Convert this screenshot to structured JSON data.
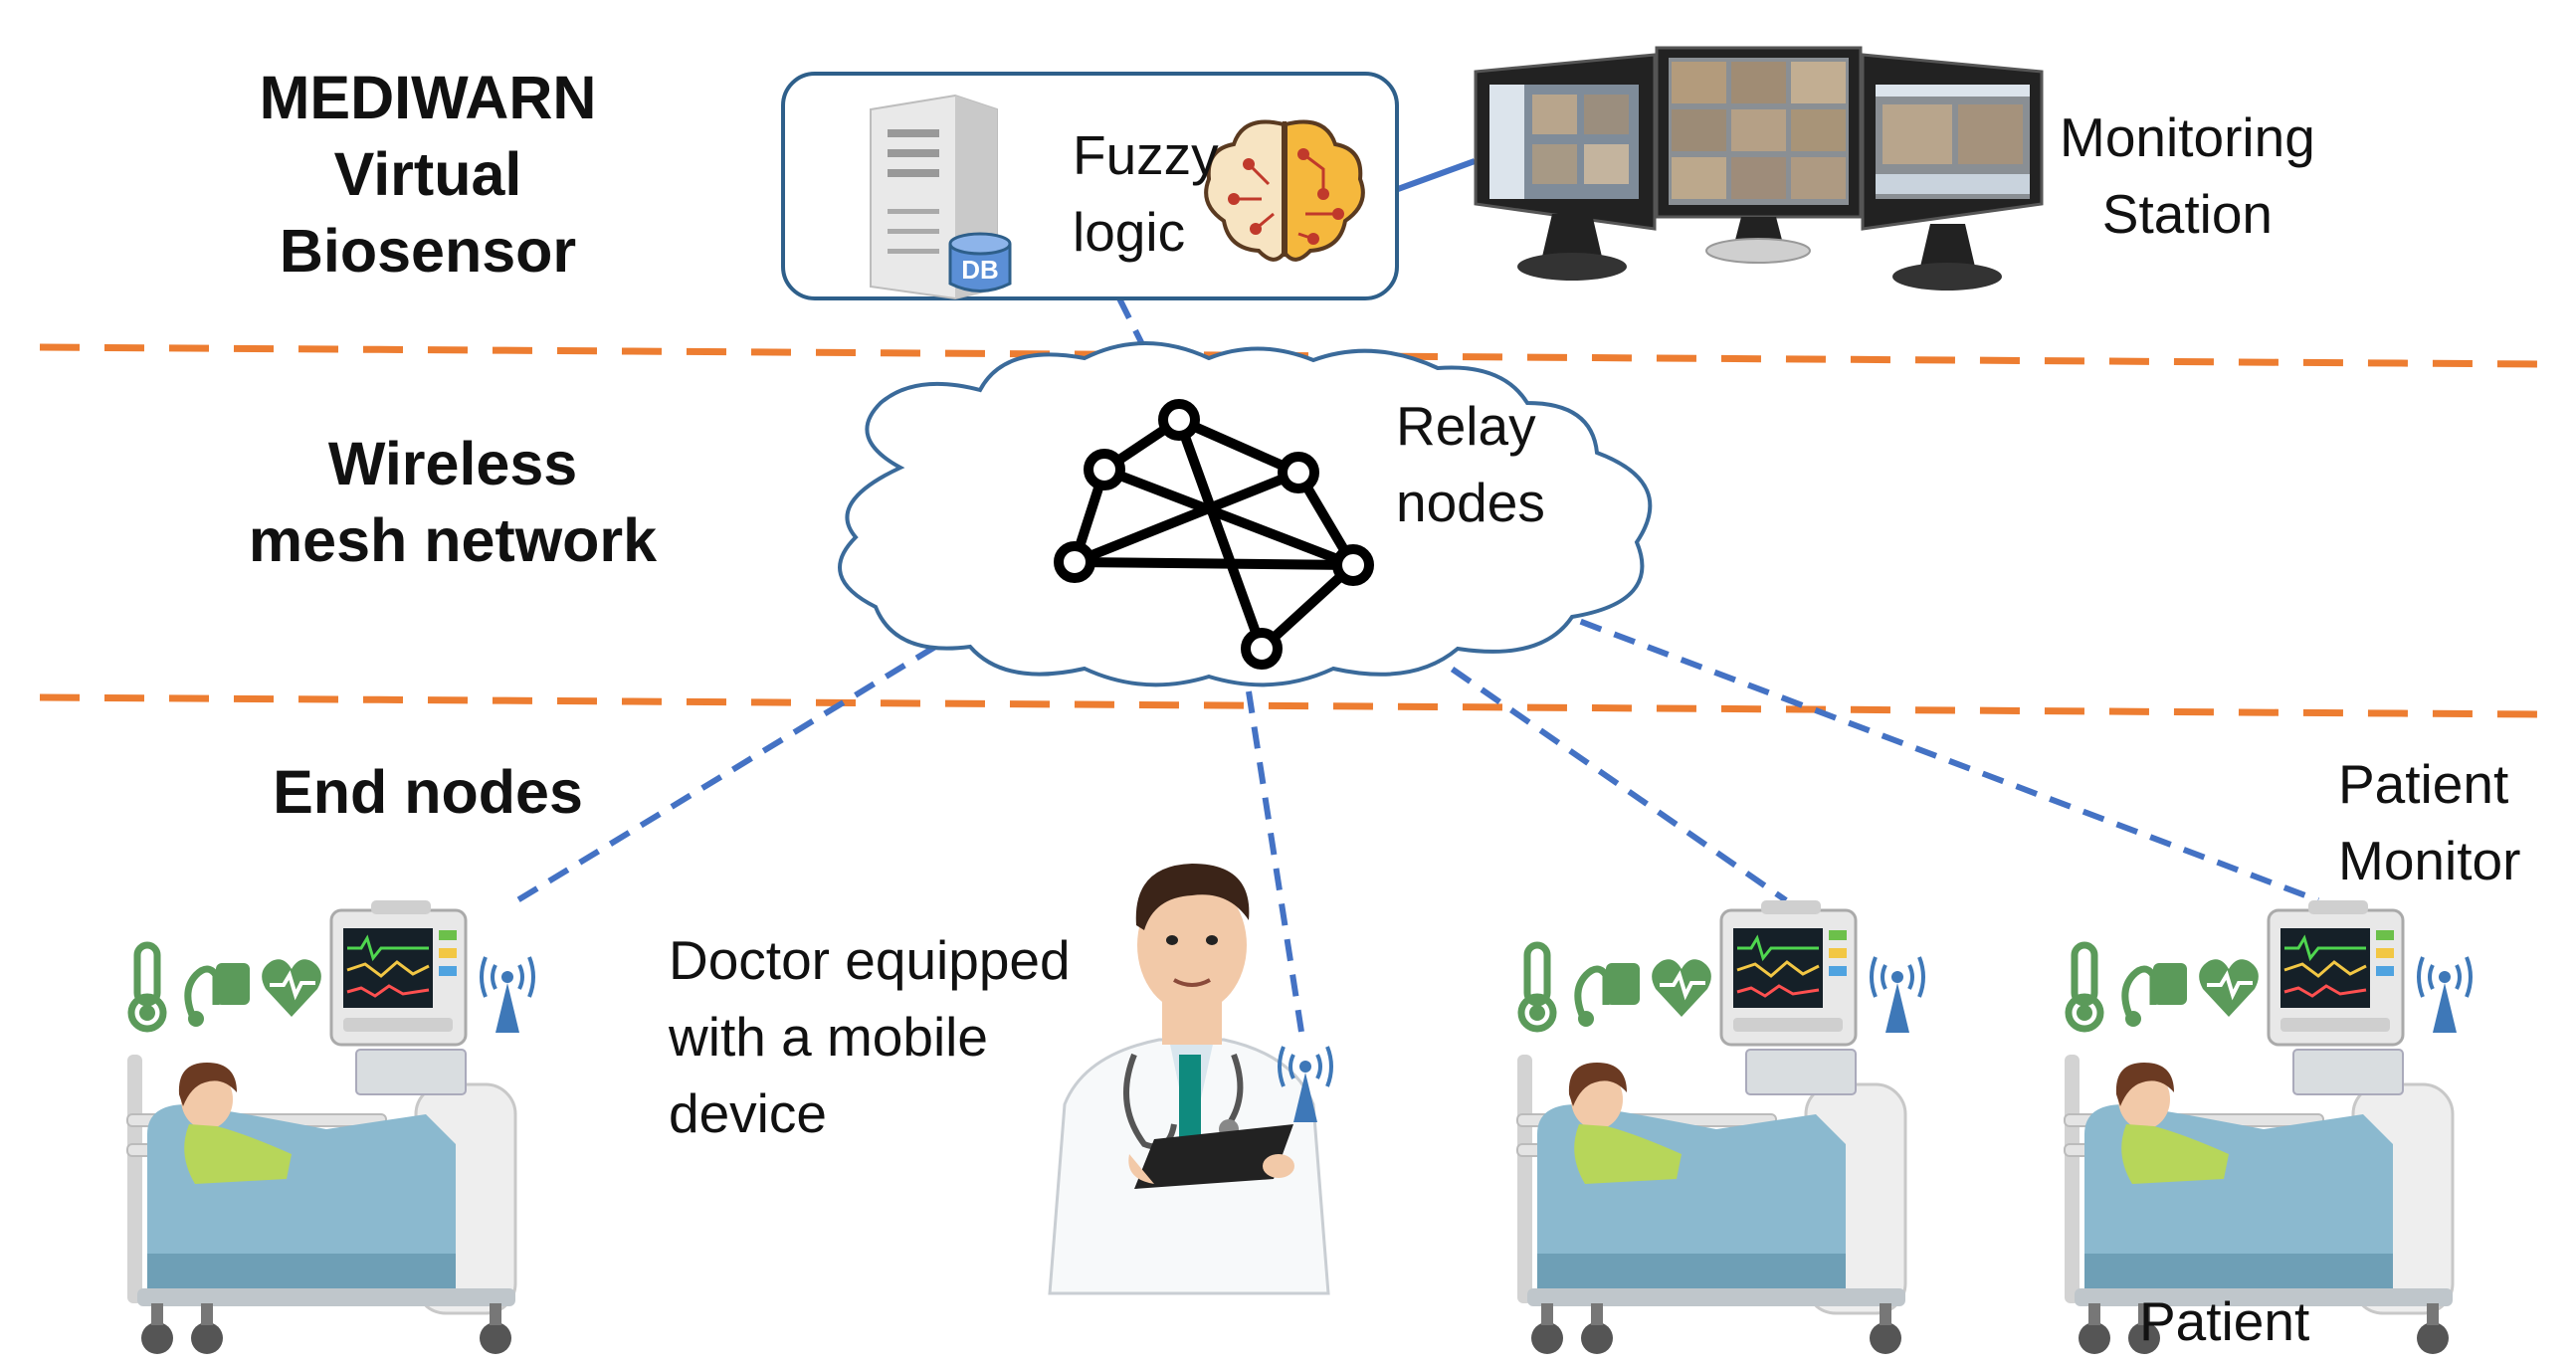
{
  "layers": {
    "top": [
      "MEDIWARN",
      "Virtual",
      "Biosensor"
    ],
    "middle": [
      "Wireless",
      "mesh network"
    ],
    "bottom": [
      "End nodes"
    ]
  },
  "server_box": {
    "db_label": "DB",
    "logic_label": [
      "Fuzzy",
      "logic"
    ]
  },
  "monitoring_station": [
    "Monitoring",
    "Station"
  ],
  "relay_nodes": [
    "Relay",
    "nodes"
  ],
  "doctor": [
    "Doctor equipped",
    "with a mobile",
    "device"
  ],
  "patient_monitor": [
    "Patient",
    "Monitor"
  ],
  "patient": "Patient",
  "colors": {
    "divider": "#ED7D31",
    "link": "#4472C4",
    "cloud_stroke": "#3A6A9A",
    "box_stroke": "#2E5F8A",
    "icon_green": "#5B9A5A",
    "bed_blue": "#8BB9CF"
  }
}
